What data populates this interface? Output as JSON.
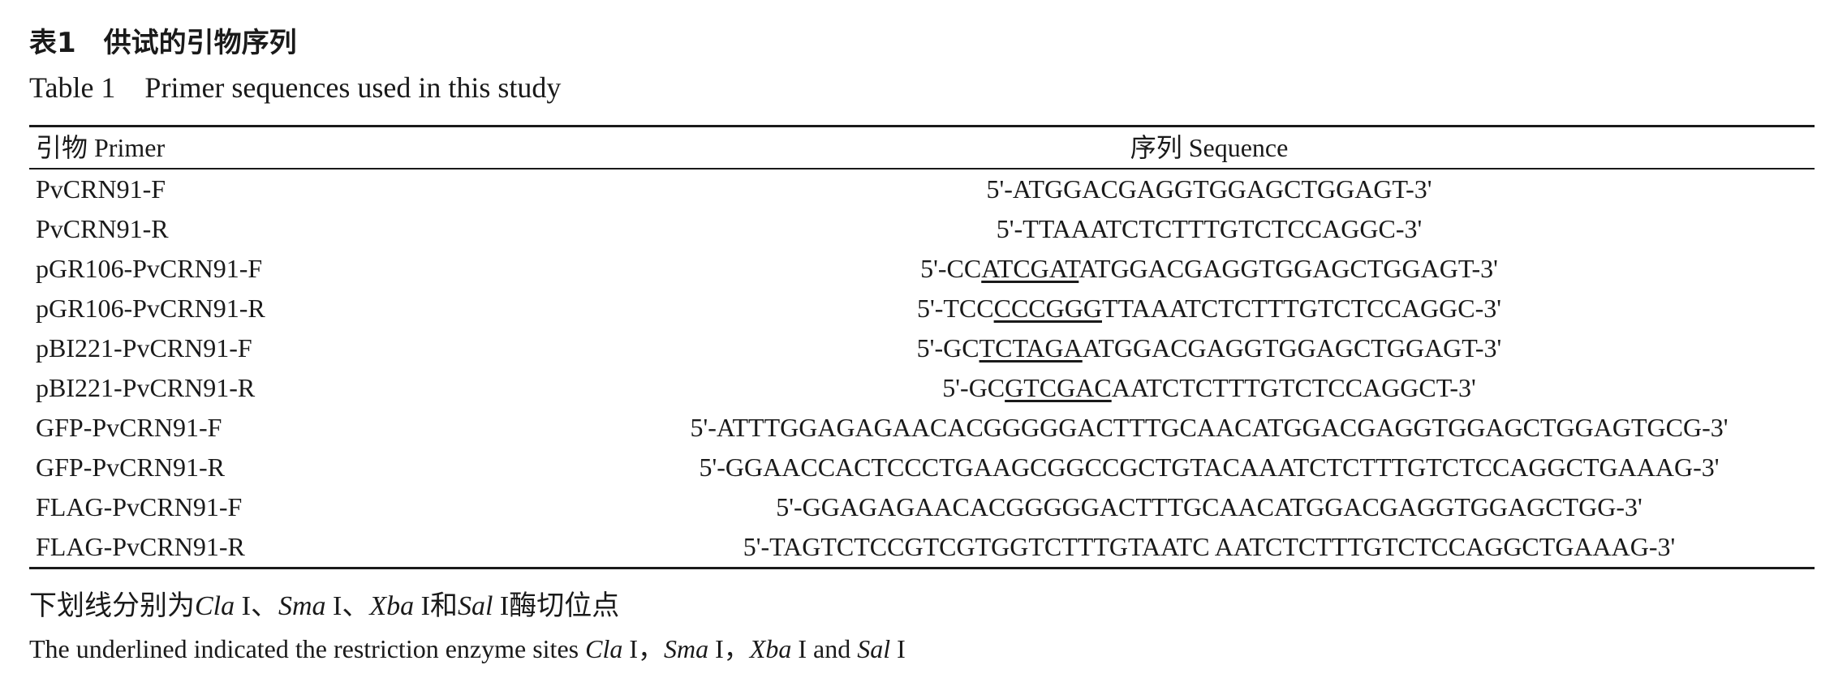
{
  "table": {
    "title_cn": "表1　供试的引物序列",
    "title_en": "Table 1　Primer sequences used in this study",
    "headers": {
      "primer": "引物 Primer",
      "sequence": "序列 Sequence"
    },
    "rows": [
      {
        "primer": "PvCRN91-F",
        "seq_pre": "5'-ATGGACGAGGTGGAGCTGGAGT-3'",
        "seq_site": "",
        "seq_post": ""
      },
      {
        "primer": "PvCRN91-R",
        "seq_pre": "5'-TTAAATCTCTTTGTCTCCAGGC-3'",
        "seq_site": "",
        "seq_post": ""
      },
      {
        "primer": "pGR106-PvCRN91-F",
        "seq_pre": "5'-CC",
        "seq_site": "ATCGAT",
        "seq_post": "ATGGACGAGGTGGAGCTGGAGT-3'"
      },
      {
        "primer": "pGR106-PvCRN91-R",
        "seq_pre": "5'-TCC",
        "seq_site": "CCCGGG",
        "seq_post": "TTAAATCTCTTTGTCTCCAGGC-3'"
      },
      {
        "primer": "pBI221-PvCRN91-F",
        "seq_pre": "5'-GC",
        "seq_site": "TCTAGA",
        "seq_post": "ATGGACGAGGTGGAGCTGGAGT-3'"
      },
      {
        "primer": "pBI221-PvCRN91-R",
        "seq_pre": "5'-GC",
        "seq_site": "GTCGAC",
        "seq_post": "AATCTCTTTGTCTCCAGGCT-3'"
      },
      {
        "primer": "GFP-PvCRN91-F",
        "seq_pre": "5'-ATTTGGAGAGAACACGGGGGACTTTGCAACATGGACGAGGTGGAGCTGGAGTGCG-3'",
        "seq_site": "",
        "seq_post": ""
      },
      {
        "primer": "GFP-PvCRN91-R",
        "seq_pre": "5'-GGAACCACTCCCTGAAGCGGCCGCTGTACAAATCTCTTTGTCTCCAGGCTGAAAG-3'",
        "seq_site": "",
        "seq_post": ""
      },
      {
        "primer": "FLAG-PvCRN91-F",
        "seq_pre": "5'-GGAGAGAACACGGGGGACTTTGCAACATGGACGAGGTGGAGCTGG-3'",
        "seq_site": "",
        "seq_post": ""
      },
      {
        "primer": "FLAG-PvCRN91-R",
        "seq_pre": "5'-TAGTCTCCGTCGTGGTCTTTGTAATC AATCTCTTTGTCTCCAGGCTGAAAG-3'",
        "seq_site": "",
        "seq_post": ""
      }
    ]
  },
  "note": {
    "cn": {
      "p1": "下划线分别为",
      "e1": "Cla",
      "p2": " I、",
      "e2": "Sma",
      "p3": " I、",
      "e3": "Xba",
      "p4": " I和",
      "e4": "Sal",
      "p5": " I酶切位点"
    },
    "en": {
      "p1": "The underlined indicated the restriction enzyme sites ",
      "e1": "Cla",
      "p2": " I，",
      "e2": "Sma",
      "p3": " I，",
      "e3": "Xba",
      "p4": " I and ",
      "e4": "Sal",
      "p5": " I"
    }
  }
}
